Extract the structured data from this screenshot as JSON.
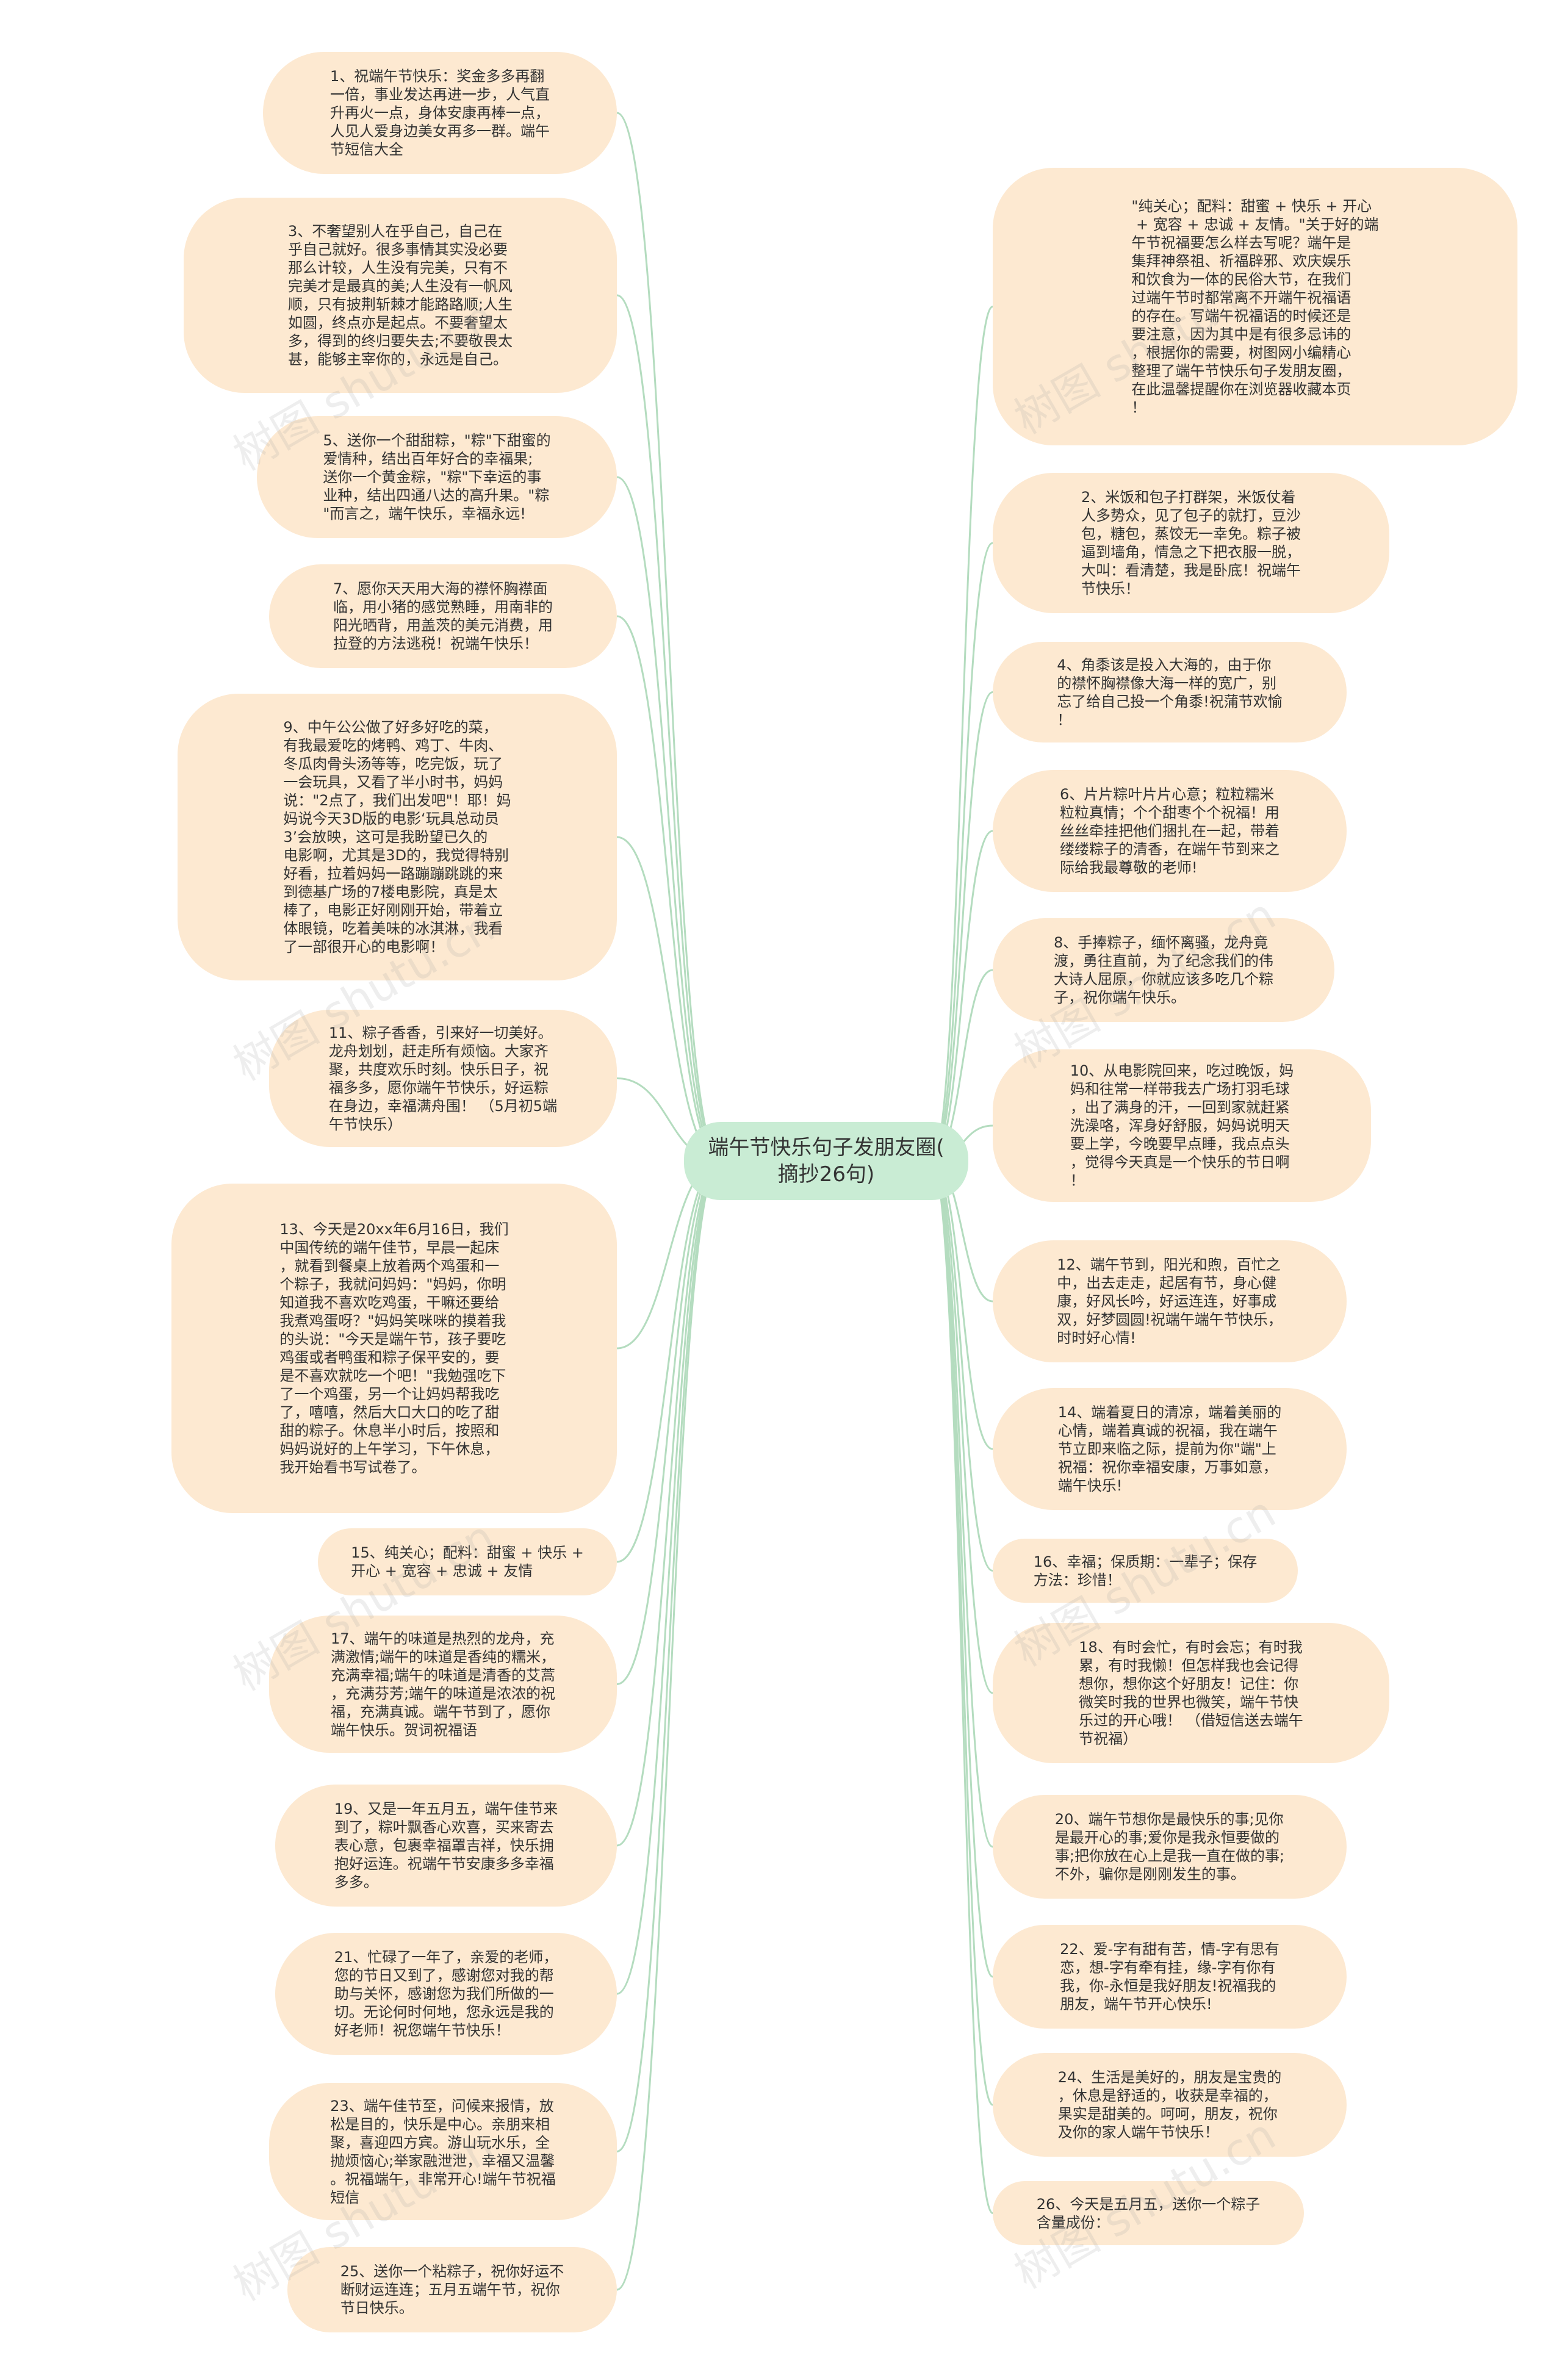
{
  "diagram": {
    "center": {
      "text": "端午节快乐句子发朋友圈(\n摘抄26句)"
    },
    "left_nodes": [
      {
        "id": "n1",
        "text": "1、祝端午节快乐：奖金多多再翻\n一倍，事业发达再进一步，人气直\n升再火一点，身体安康再棒一点，\n人见人爱身边美女再多一群。端午\n节短信大全"
      },
      {
        "id": "n3",
        "text": "3、不奢望别人在乎自己，自己在\n乎自己就好。很多事情其实没必要\n那么计较，人生没有完美，只有不\n完美才是最真的美;人生没有一帆风\n顺，只有披荆斩棘才能路路顺;人生\n如圆，终点亦是起点。不要奢望太\n多，得到的终归要失去;不要敬畏太\n甚，能够主宰你的，永远是自己。"
      },
      {
        "id": "n5",
        "text": "5、送你一个甜甜粽，\"粽\"下甜蜜的\n爱情种，结出百年好合的幸福果;\n送你一个黄金粽，\"粽\"下幸运的事\n业种，结出四通八达的高升果。\"粽\n\"而言之，端午快乐，幸福永远!"
      },
      {
        "id": "n7",
        "text": "7、愿你天天用大海的襟怀胸襟面\n临，用小猪的感觉熟睡，用南非的\n阳光晒背，用盖茨的美元消费，用\n拉登的方法逃税！祝端午快乐！"
      },
      {
        "id": "n9",
        "text": "9、中午公公做了好多好吃的菜，\n有我最爱吃的烤鸭、鸡丁、牛肉、\n冬瓜肉骨头汤等等，吃完饭，玩了\n一会玩具，又看了半小时书，妈妈\n说：\"2点了，我们出发吧\"！耶！妈\n妈说今天3D版的电影‘玩具总动员\n3’会放映，这可是我盼望已久的\n电影啊，尤其是3D的，我觉得特别\n好看，拉着妈妈一路蹦蹦跳跳的来\n到德基广场的7楼电影院，真是太\n棒了，电影正好刚刚开始，带着立\n体眼镜，吃着美味的冰淇淋，我看\n了一部很开心的电影啊！"
      },
      {
        "id": "n11",
        "text": "11、粽子香香，引来好一切美好。\n龙舟划划，赶走所有烦恼。大家齐\n聚，共度欢乐时刻。快乐日子，祝\n福多多，愿你端午节快乐，好运粽\n在身边，幸福满舟围！ （5月初5端\n午节快乐）"
      },
      {
        "id": "n13",
        "text": "13、今天是20xx年6月16日，我们\n中国传统的端午佳节，早晨一起床\n，就看到餐桌上放着两个鸡蛋和一\n个粽子，我就问妈妈：\"妈妈，你明\n知道我不喜欢吃鸡蛋，干嘛还要给\n我煮鸡蛋呀？\"妈妈笑咪咪的摸着我\n的头说：\"今天是端午节，孩子要吃\n鸡蛋或者鸭蛋和粽子保平安的，要\n是不喜欢就吃一个吧！\"我勉强吃下\n了一个鸡蛋，另一个让妈妈帮我吃\n了，嘻嘻，然后大口大口的吃了甜\n甜的粽子。休息半小时后，按照和\n妈妈说好的上午学习，下午休息，\n我开始看书写试卷了。"
      },
      {
        "id": "n15",
        "text": "15、纯关心；配料：甜蜜 + 快乐 +\n开心 + 宽容 + 忠诚 + 友情"
      },
      {
        "id": "n17",
        "text": "17、端午的味道是热烈的龙舟，充\n满激情;端午的味道是香纯的糯米，\n充满幸福;端午的味道是清香的艾蒿\n，充满芬芳;端午的味道是浓浓的祝\n福，充满真诚。端午节到了，愿你\n端午快乐。贺词祝福语"
      },
      {
        "id": "n19",
        "text": "19、又是一年五月五，端午佳节来\n到了，粽叶飘香心欢喜，买来寄去\n表心意，包裹幸福罩吉祥，快乐拥\n抱好运连。祝端午节安康多多幸福\n多多。"
      },
      {
        "id": "n21",
        "text": "21、忙碌了一年了，亲爱的老师，\n您的节日又到了，感谢您对我的帮\n助与关怀，感谢您为我们所做的一\n切。无论何时何地，您永远是我的\n好老师！祝您端午节快乐！"
      },
      {
        "id": "n23",
        "text": "23、端午佳节至，问候来报情，放\n松是目的，快乐是中心。亲朋来相\n聚，喜迎四方宾。游山玩水乐，全\n抛烦恼心;举家融泄泄，幸福又温馨\n。祝福端午，非常开心!端午节祝福\n短信"
      },
      {
        "id": "n25",
        "text": "25、送你一个粘粽子，祝你好运不\n断财运连连；五月五端午节，祝你\n节日快乐。"
      }
    ],
    "right_nodes": [
      {
        "id": "n0",
        "text": "\"纯关心；配料：甜蜜 + 快乐 + 开心\n + 宽容 + 忠诚 + 友情。\"关于好的端\n午节祝福要怎么样去写呢？端午是\n集拜神祭祖、祈福辟邪、欢庆娱乐\n和饮食为一体的民俗大节，在我们\n过端午节时都常离不开端午祝福语\n的存在。写端午祝福语的时候还是\n要注意，因为其中是有很多忌讳的\n，根据你的需要，树图网小编精心\n整理了端午节快乐句子发朋友圈，\n在此温馨提醒你在浏览器收藏本页\n！"
      },
      {
        "id": "n2",
        "text": "2、米饭和包子打群架，米饭仗着\n人多势众，见了包子的就打，豆沙\n包，糖包，蒸饺无一幸免。粽子被\n逼到墙角，情急之下把衣服一脱，\n大叫：看清楚，我是卧底！祝端午\n节快乐！"
      },
      {
        "id": "n4",
        "text": "4、角黍该是投入大海的，由于你\n的襟怀胸襟像大海一样的宽广，别\n忘了给自己投一个角黍!祝蒲节欢愉\n！"
      },
      {
        "id": "n6",
        "text": "6、片片粽叶片片心意；粒粒糯米\n粒粒真情；个个甜枣个个祝福！用\n丝丝牵挂把他们捆扎在一起，带着\n缕缕粽子的清香，在端午节到来之\n际给我最尊敬的老师!"
      },
      {
        "id": "n8",
        "text": "8、手捧粽子，缅怀离骚，龙舟竟\n渡，勇往直前，为了纪念我们的伟\n大诗人屈原，你就应该多吃几个粽\n子，祝你端午快乐。"
      },
      {
        "id": "n10",
        "text": "10、从电影院回来，吃过晚饭，妈\n妈和往常一样带我去广场打羽毛球\n，出了满身的汗，一回到家就赶紧\n洗澡咯，浑身好舒服，妈妈说明天\n要上学，今晚要早点睡，我点点头\n，觉得今天真是一个快乐的节日啊\n！"
      },
      {
        "id": "n12",
        "text": "12、端午节到，阳光和煦，百忙之\n中，出去走走，起居有节，身心健\n康，好风长吟，好运连连，好事成\n双，好梦圆圆!祝端午端午节快乐，\n时时好心情!"
      },
      {
        "id": "n14",
        "text": "14、端着夏日的清凉，端着美丽的\n心情，端着真诚的祝福，我在端午\n节立即来临之际，提前为你\"端\"上\n祝福：祝你幸福安康，万事如意，\n端午快乐!"
      },
      {
        "id": "n16",
        "text": "16、幸福；保质期：一辈子；保存\n方法：珍惜！"
      },
      {
        "id": "n18",
        "text": "18、有时会忙，有时会忘；有时我\n累，有时我懒！但怎样我也会记得\n想你，想你这个好朋友！记住：你\n微笑时我的世界也微笑，端午节快\n乐过的开心哦！ （借短信送去端午\n节祝福）"
      },
      {
        "id": "n20",
        "text": "20、端午节想你是最快乐的事;见你\n是最开心的事;爱你是我永恒要做的\n事;把你放在心上是我一直在做的事;\n不外，骗你是刚刚发生的事。"
      },
      {
        "id": "n22",
        "text": "22、爱-字有甜有苦，情-字有思有\n恋，想-字有牵有挂，缘-字有你有\n我，你-永恒是我好朋友!祝福我的\n朋友，端午节开心快乐!"
      },
      {
        "id": "n24",
        "text": "24、生活是美好的，朋友是宝贵的\n，休息是舒适的，收获是幸福的，\n果实是甜美的。呵呵，朋友，祝你\n及你的家人端午节快乐！"
      },
      {
        "id": "n26",
        "text": "26、今天是五月五，送你一个粽子\n含量成份："
      }
    ],
    "watermark": "树图 shutu.cn"
  },
  "colors": {
    "node_fill": "#fde9d1",
    "center_fill": "#c9ecd4",
    "link_stroke": "#b4dcbf",
    "text": "#333333"
  }
}
